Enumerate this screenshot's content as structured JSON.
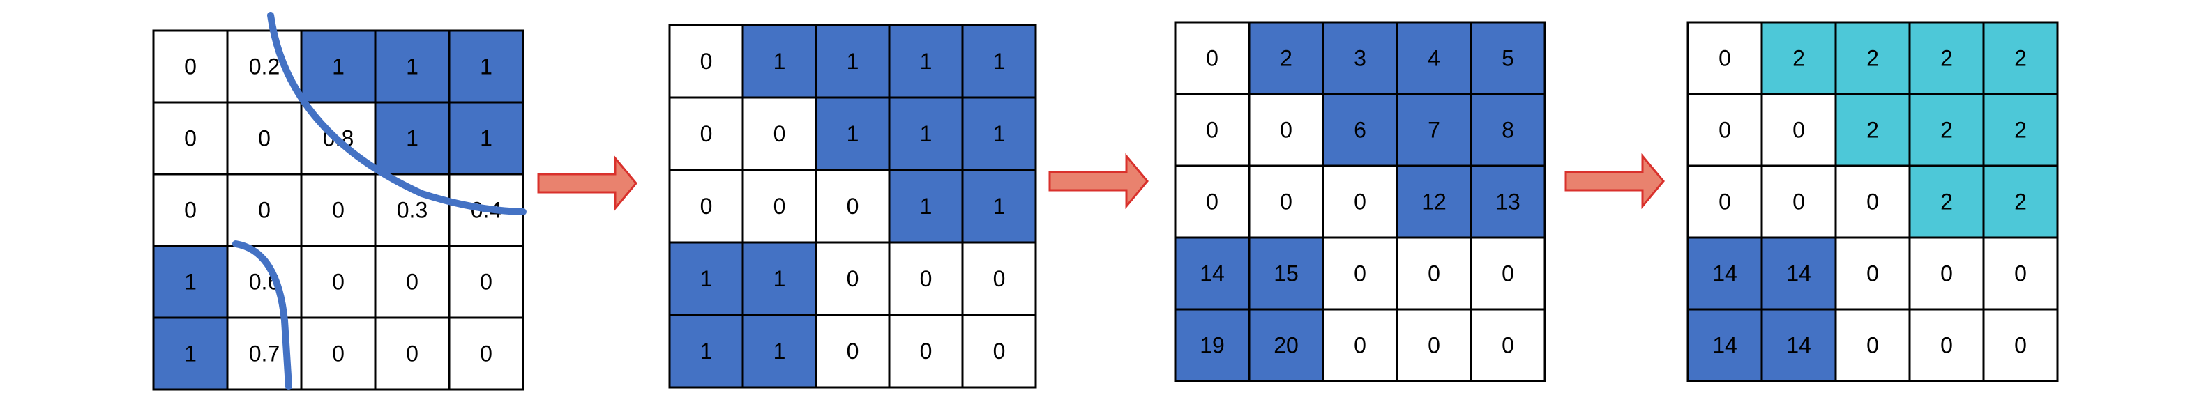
{
  "colors": {
    "background": "#ffffff",
    "grid_line": "#000000",
    "cell_white": "#ffffff",
    "cell_blue": "#4472c4",
    "cell_cyan": "#4dc8d8",
    "curve": "#4472c4",
    "arrow_fill": "#e9826e",
    "arrow_stroke": "#d9312c",
    "text": "#000000"
  },
  "icons": {
    "arrow": "right-arrow-icon",
    "curve": "boundary-curve"
  },
  "grids": [
    {
      "name": "input-probability-grid",
      "cells": [
        [
          {
            "v": "0",
            "c": "w"
          },
          {
            "v": "0.2",
            "c": "w"
          },
          {
            "v": "1",
            "c": "b"
          },
          {
            "v": "1",
            "c": "b"
          },
          {
            "v": "1",
            "c": "b"
          }
        ],
        [
          {
            "v": "0",
            "c": "w"
          },
          {
            "v": "0",
            "c": "w"
          },
          {
            "v": "0.8",
            "c": "w"
          },
          {
            "v": "1",
            "c": "b"
          },
          {
            "v": "1",
            "c": "b"
          }
        ],
        [
          {
            "v": "0",
            "c": "w"
          },
          {
            "v": "0",
            "c": "w"
          },
          {
            "v": "0",
            "c": "w"
          },
          {
            "v": "0.3",
            "c": "w"
          },
          {
            "v": "0.4",
            "c": "w"
          }
        ],
        [
          {
            "v": "1",
            "c": "b"
          },
          {
            "v": "0.6",
            "c": "w"
          },
          {
            "v": "0",
            "c": "w"
          },
          {
            "v": "0",
            "c": "w"
          },
          {
            "v": "0",
            "c": "w"
          }
        ],
        [
          {
            "v": "1",
            "c": "b"
          },
          {
            "v": "0.7",
            "c": "w"
          },
          {
            "v": "0",
            "c": "w"
          },
          {
            "v": "0",
            "c": "w"
          },
          {
            "v": "0",
            "c": "w"
          }
        ]
      ]
    },
    {
      "name": "binary-mask-grid",
      "cells": [
        [
          {
            "v": "0",
            "c": "w"
          },
          {
            "v": "1",
            "c": "b"
          },
          {
            "v": "1",
            "c": "b"
          },
          {
            "v": "1",
            "c": "b"
          },
          {
            "v": "1",
            "c": "b"
          }
        ],
        [
          {
            "v": "0",
            "c": "w"
          },
          {
            "v": "0",
            "c": "w"
          },
          {
            "v": "1",
            "c": "b"
          },
          {
            "v": "1",
            "c": "b"
          },
          {
            "v": "1",
            "c": "b"
          }
        ],
        [
          {
            "v": "0",
            "c": "w"
          },
          {
            "v": "0",
            "c": "w"
          },
          {
            "v": "0",
            "c": "w"
          },
          {
            "v": "1",
            "c": "b"
          },
          {
            "v": "1",
            "c": "b"
          }
        ],
        [
          {
            "v": "1",
            "c": "b"
          },
          {
            "v": "1",
            "c": "b"
          },
          {
            "v": "0",
            "c": "w"
          },
          {
            "v": "0",
            "c": "w"
          },
          {
            "v": "0",
            "c": "w"
          }
        ],
        [
          {
            "v": "1",
            "c": "b"
          },
          {
            "v": "1",
            "c": "b"
          },
          {
            "v": "0",
            "c": "w"
          },
          {
            "v": "0",
            "c": "w"
          },
          {
            "v": "0",
            "c": "w"
          }
        ]
      ]
    },
    {
      "name": "pixel-index-grid",
      "cells": [
        [
          {
            "v": "0",
            "c": "w"
          },
          {
            "v": "2",
            "c": "b"
          },
          {
            "v": "3",
            "c": "b"
          },
          {
            "v": "4",
            "c": "b"
          },
          {
            "v": "5",
            "c": "b"
          }
        ],
        [
          {
            "v": "0",
            "c": "w"
          },
          {
            "v": "0",
            "c": "w"
          },
          {
            "v": "6",
            "c": "b"
          },
          {
            "v": "7",
            "c": "b"
          },
          {
            "v": "8",
            "c": "b"
          }
        ],
        [
          {
            "v": "0",
            "c": "w"
          },
          {
            "v": "0",
            "c": "w"
          },
          {
            "v": "0",
            "c": "w"
          },
          {
            "v": "12",
            "c": "b"
          },
          {
            "v": "13",
            "c": "b"
          }
        ],
        [
          {
            "v": "14",
            "c": "b"
          },
          {
            "v": "15",
            "c": "b"
          },
          {
            "v": "0",
            "c": "w"
          },
          {
            "v": "0",
            "c": "w"
          },
          {
            "v": "0",
            "c": "w"
          }
        ],
        [
          {
            "v": "19",
            "c": "b"
          },
          {
            "v": "20",
            "c": "b"
          },
          {
            "v": "0",
            "c": "w"
          },
          {
            "v": "0",
            "c": "w"
          },
          {
            "v": "0",
            "c": "w"
          }
        ]
      ]
    },
    {
      "name": "component-label-grid",
      "cells": [
        [
          {
            "v": "0",
            "c": "w"
          },
          {
            "v": "2",
            "c": "c"
          },
          {
            "v": "2",
            "c": "c"
          },
          {
            "v": "2",
            "c": "c"
          },
          {
            "v": "2",
            "c": "c"
          }
        ],
        [
          {
            "v": "0",
            "c": "w"
          },
          {
            "v": "0",
            "c": "w"
          },
          {
            "v": "2",
            "c": "c"
          },
          {
            "v": "2",
            "c": "c"
          },
          {
            "v": "2",
            "c": "c"
          }
        ],
        [
          {
            "v": "0",
            "c": "w"
          },
          {
            "v": "0",
            "c": "w"
          },
          {
            "v": "0",
            "c": "w"
          },
          {
            "v": "2",
            "c": "c"
          },
          {
            "v": "2",
            "c": "c"
          }
        ],
        [
          {
            "v": "14",
            "c": "b"
          },
          {
            "v": "14",
            "c": "b"
          },
          {
            "v": "0",
            "c": "w"
          },
          {
            "v": "0",
            "c": "w"
          },
          {
            "v": "0",
            "c": "w"
          }
        ],
        [
          {
            "v": "14",
            "c": "b"
          },
          {
            "v": "14",
            "c": "b"
          },
          {
            "v": "0",
            "c": "w"
          },
          {
            "v": "0",
            "c": "w"
          },
          {
            "v": "0",
            "c": "w"
          }
        ]
      ]
    }
  ]
}
